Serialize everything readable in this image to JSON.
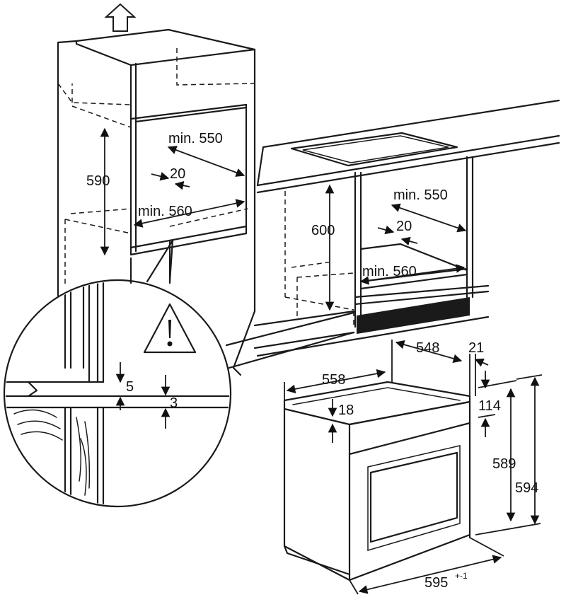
{
  "dimensions": {
    "column_min_depth": "min. 550",
    "column_height": "590",
    "column_gap": "20",
    "column_min_width": "min. 560",
    "counter_min_depth": "min. 550",
    "counter_height": "600",
    "counter_gap": "20",
    "counter_min_width": "min. 560",
    "detail_gap_5": "5",
    "detail_gap_3": "3",
    "oven_depth_548": "548",
    "oven_front_21": "21",
    "oven_depth_558": "558",
    "oven_panel_18": "18",
    "oven_panel_114": "114",
    "oven_height_589": "589",
    "oven_height_594": "594",
    "oven_width_595": "595",
    "oven_width_tolerance": "+-1"
  },
  "icons": {
    "up_arrow": "up-arrow-icon",
    "warning": "warning-triangle-icon"
  },
  "colors": {
    "line": "#1a1a1a",
    "background": "#ffffff"
  }
}
